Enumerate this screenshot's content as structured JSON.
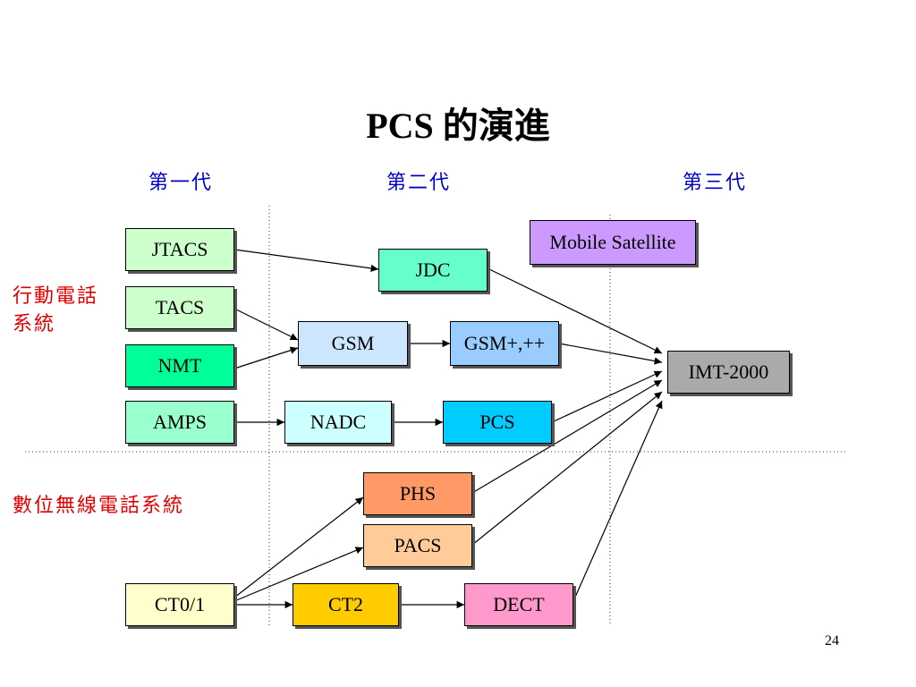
{
  "slide": {
    "title": "PCS 的演進",
    "page_number": "24"
  },
  "generations": {
    "first": "第一代",
    "second": "第二代",
    "third": "第三代"
  },
  "categories": {
    "mobile_line1": "行動電話",
    "mobile_line2": "系統",
    "cordless": "數位無線電話系統"
  },
  "nodes": {
    "jtacs": {
      "label": "JTACS",
      "color": "#ccffcc"
    },
    "tacs": {
      "label": "TACS",
      "color": "#ccffcc"
    },
    "nmt": {
      "label": "NMT",
      "color": "#00ff99"
    },
    "amps": {
      "label": "AMPS",
      "color": "#99ffcc"
    },
    "jdc": {
      "label": "JDC",
      "color": "#66ffcc"
    },
    "gsm": {
      "label": "GSM",
      "color": "#cce6ff"
    },
    "gsm_plus": {
      "label": "GSM+,++",
      "color": "#99ccff"
    },
    "nadc": {
      "label": "NADC",
      "color": "#ccffff"
    },
    "pcs": {
      "label": "PCS",
      "color": "#00ccff"
    },
    "mobile_satellite": {
      "label": "Mobile Satellite",
      "color": "#cc99ff"
    },
    "imt2000": {
      "label": "IMT-2000",
      "color": "#aaaaaa"
    },
    "phs": {
      "label": "PHS",
      "color": "#ff9966"
    },
    "pacs": {
      "label": "PACS",
      "color": "#ffcc99"
    },
    "ct01": {
      "label": "CT0/1",
      "color": "#ffffcc"
    },
    "ct2": {
      "label": "CT2",
      "color": "#ffcc00"
    },
    "dect": {
      "label": "DECT",
      "color": "#ff99cc"
    }
  }
}
